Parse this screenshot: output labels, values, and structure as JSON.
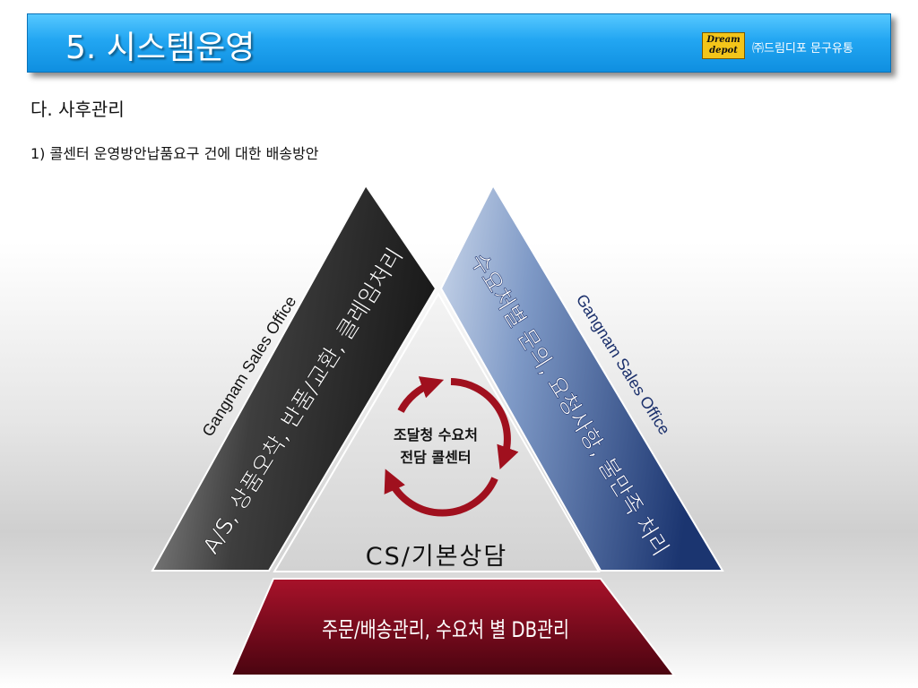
{
  "header": {
    "title": "5. 시스템운영",
    "logo_line1": "Dream",
    "logo_line2": "depot",
    "company": "㈜드림디포 문구유통"
  },
  "section_title": "다. 사후관리",
  "sub_title": "1) 콜센터 운영방안납품요구 건에 대한 배송방안",
  "diagram": {
    "left_triangle": {
      "label": "A/S, 상품오착, 반품/교환, 클레임처리",
      "office": "Gangnam Sales Office"
    },
    "right_triangle": {
      "label": "수요처별 문의, 요청사항, 불만족 처리",
      "office": "Gangnam Sales Office"
    },
    "center_triangle": {
      "label": "CS/기본상담",
      "center_line1": "조달청 수요처",
      "center_line2": "전담 콜센터"
    },
    "bottom_trapezoid": {
      "label": "주문/배송관리, 수요처 별 DB관리"
    },
    "colors": {
      "title_bar": "#1a9ee8",
      "dark_triangle": "#3a3a3a",
      "blue_triangle": "#1f3c7a",
      "red_base": "#7a0c1c",
      "cycle_arrow": "#a0101e"
    }
  }
}
